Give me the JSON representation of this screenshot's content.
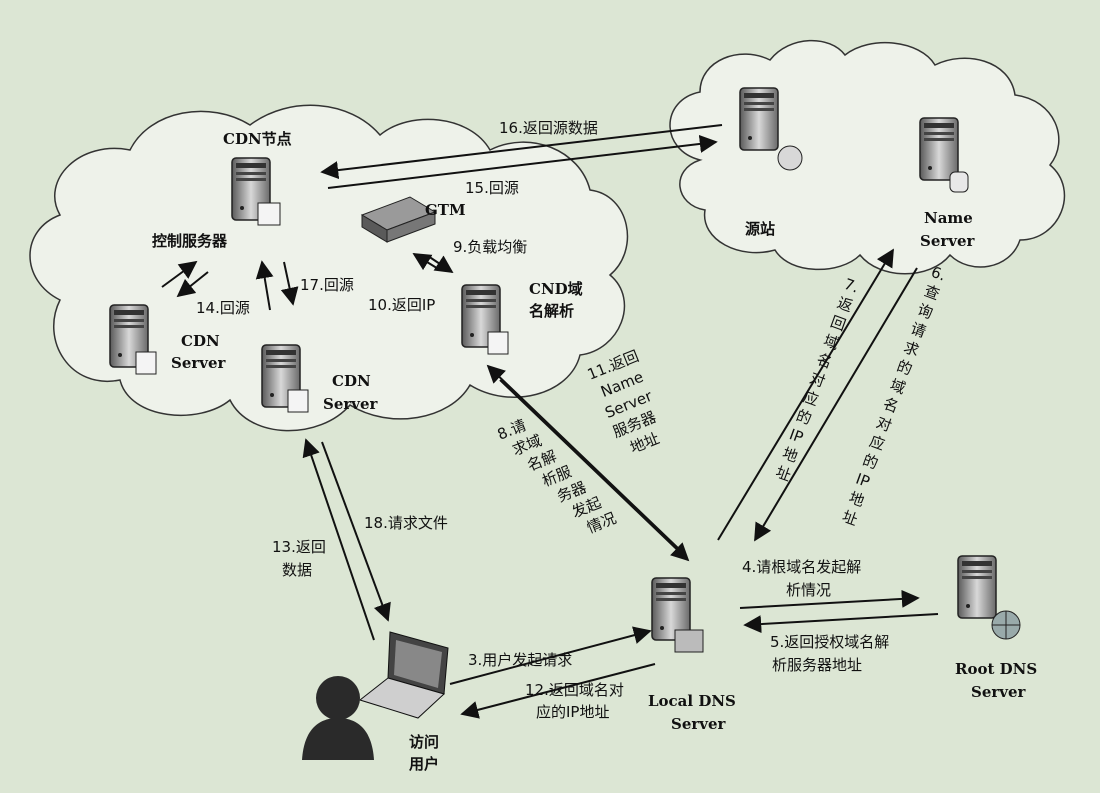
{
  "nodes": {
    "cdn_node_title": "CDN节点",
    "control_server": "控制服务器",
    "gtm": "GTM",
    "cdn_server_1": [
      "CDN",
      "Server"
    ],
    "cdn_server_2": [
      "CDN",
      "Server"
    ],
    "cnd_dns": [
      "CND域",
      "名解析"
    ],
    "origin": "源站",
    "name_server": [
      "Name",
      "Server"
    ],
    "local_dns": [
      "Local DNS",
      "Server"
    ],
    "root_dns": [
      "Root DNS",
      "Server"
    ],
    "user": [
      "访问",
      "用户"
    ]
  },
  "steps": {
    "s3": "3.用户发起请求",
    "s4": [
      "4.请根域名发起解",
      "析情况"
    ],
    "s5": [
      "5.返回授权域名解",
      "析服务器地址"
    ],
    "s6": [
      "6.",
      "查",
      "询",
      "请",
      "求",
      "的",
      "域",
      "名",
      "对",
      "应",
      "的",
      "IP",
      "地",
      "址"
    ],
    "s7": [
      "7.",
      "返",
      "回",
      "域",
      "名",
      "对",
      "应",
      "的",
      "IP",
      "地",
      "址"
    ],
    "s8": [
      "8.请",
      "求域",
      "名解",
      "析服",
      "务器",
      "发起",
      "情况"
    ],
    "s9": "9.负载均衡",
    "s10": "10.返回IP",
    "s11": [
      "11.返回",
      "Name",
      "Server",
      "服务器",
      "地址"
    ],
    "s12": [
      "12.返回域名对",
      "应的IP地址"
    ],
    "s13": [
      "13.返回",
      "数据"
    ],
    "s14": "14.回源",
    "s15": "15.回源",
    "s16": "16.返回源数据",
    "s17": "17.回源",
    "s18": "18.请求文件"
  }
}
